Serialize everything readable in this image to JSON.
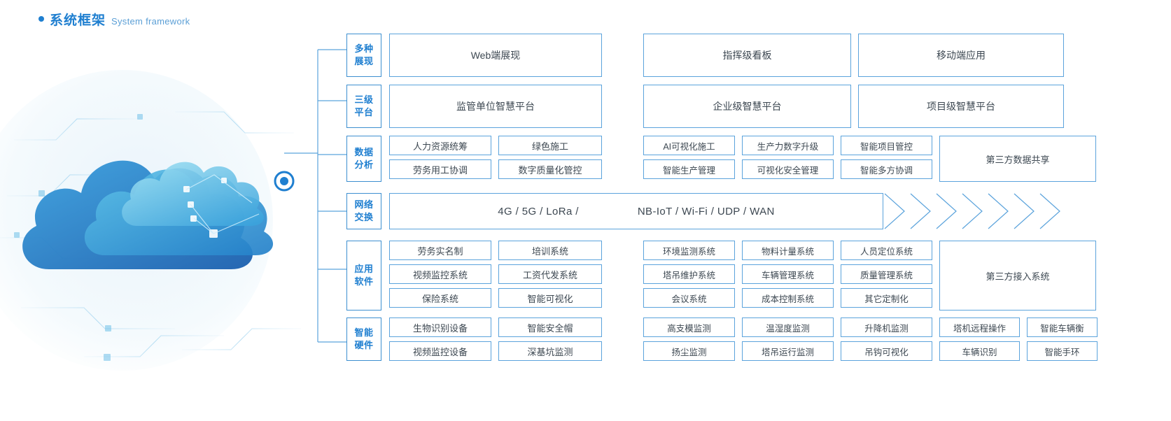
{
  "heading": {
    "zh": "系统框架",
    "en": "System framework",
    "accent": "#1f7fd0"
  },
  "rows": {
    "display": {
      "label_line1": "多种",
      "label_line2": "展现",
      "cells": [
        "Web端展现",
        "指挥级看板",
        "移动端应用"
      ]
    },
    "platform": {
      "label_line1": "三级",
      "label_line2": "平台",
      "cells": [
        "监管单位智慧平台",
        "企业级智慧平台",
        "项目级智慧平台"
      ]
    },
    "data": {
      "label_line1": "数据",
      "label_line2": "分析",
      "left": [
        [
          "人力资源统筹",
          "劳务用工协调"
        ],
        [
          "绿色施工",
          "数字质量化管控"
        ]
      ],
      "right": [
        [
          "AI可视化施工",
          "智能生产管理"
        ],
        [
          "生产力数字升级",
          "可视化安全管理"
        ],
        [
          "智能项目管控",
          "智能多方协调"
        ]
      ],
      "third_party": "第三方数据共享"
    },
    "network": {
      "label_line1": "网络",
      "label_line2": "交换",
      "text_left": "4G / 5G / LoRa /",
      "text_right": "NB-IoT / Wi-Fi / UDP / WAN",
      "chevron_count": 7
    },
    "app": {
      "label_line1": "应用",
      "label_line2": "软件",
      "left": [
        [
          "劳务实名制",
          "视频监控系统",
          "保险系统"
        ],
        [
          "培训系统",
          "工资代发系统",
          "智能可视化"
        ]
      ],
      "right": [
        [
          "环境监测系统",
          "塔吊维护系统",
          "会议系统"
        ],
        [
          "物料计量系统",
          "车辆管理系统",
          "成本控制系统"
        ],
        [
          "人员定位系统",
          "质量管理系统",
          "其它定制化"
        ]
      ],
      "third_party": "第三方接入系统"
    },
    "hardware": {
      "label_line1": "智能",
      "label_line2": "硬件",
      "left_row1": [
        "生物识别设备",
        "智能安全帽"
      ],
      "left_row2": [
        "视频监控设备",
        "深基坑监测"
      ],
      "right_row1": [
        "高支模监测",
        "温湿度监测",
        "升降机监测",
        "塔机远程操作",
        "智能车辆衡"
      ],
      "right_row2": [
        "扬尘监测",
        "塔吊运行监测",
        "吊钩可视化",
        "车辆识别",
        "智能手环"
      ]
    }
  },
  "colors": {
    "border": "#5ba3dc",
    "label_border": "#3d8fd0",
    "text": "#3d4852",
    "accent": "#1f7fd0"
  }
}
